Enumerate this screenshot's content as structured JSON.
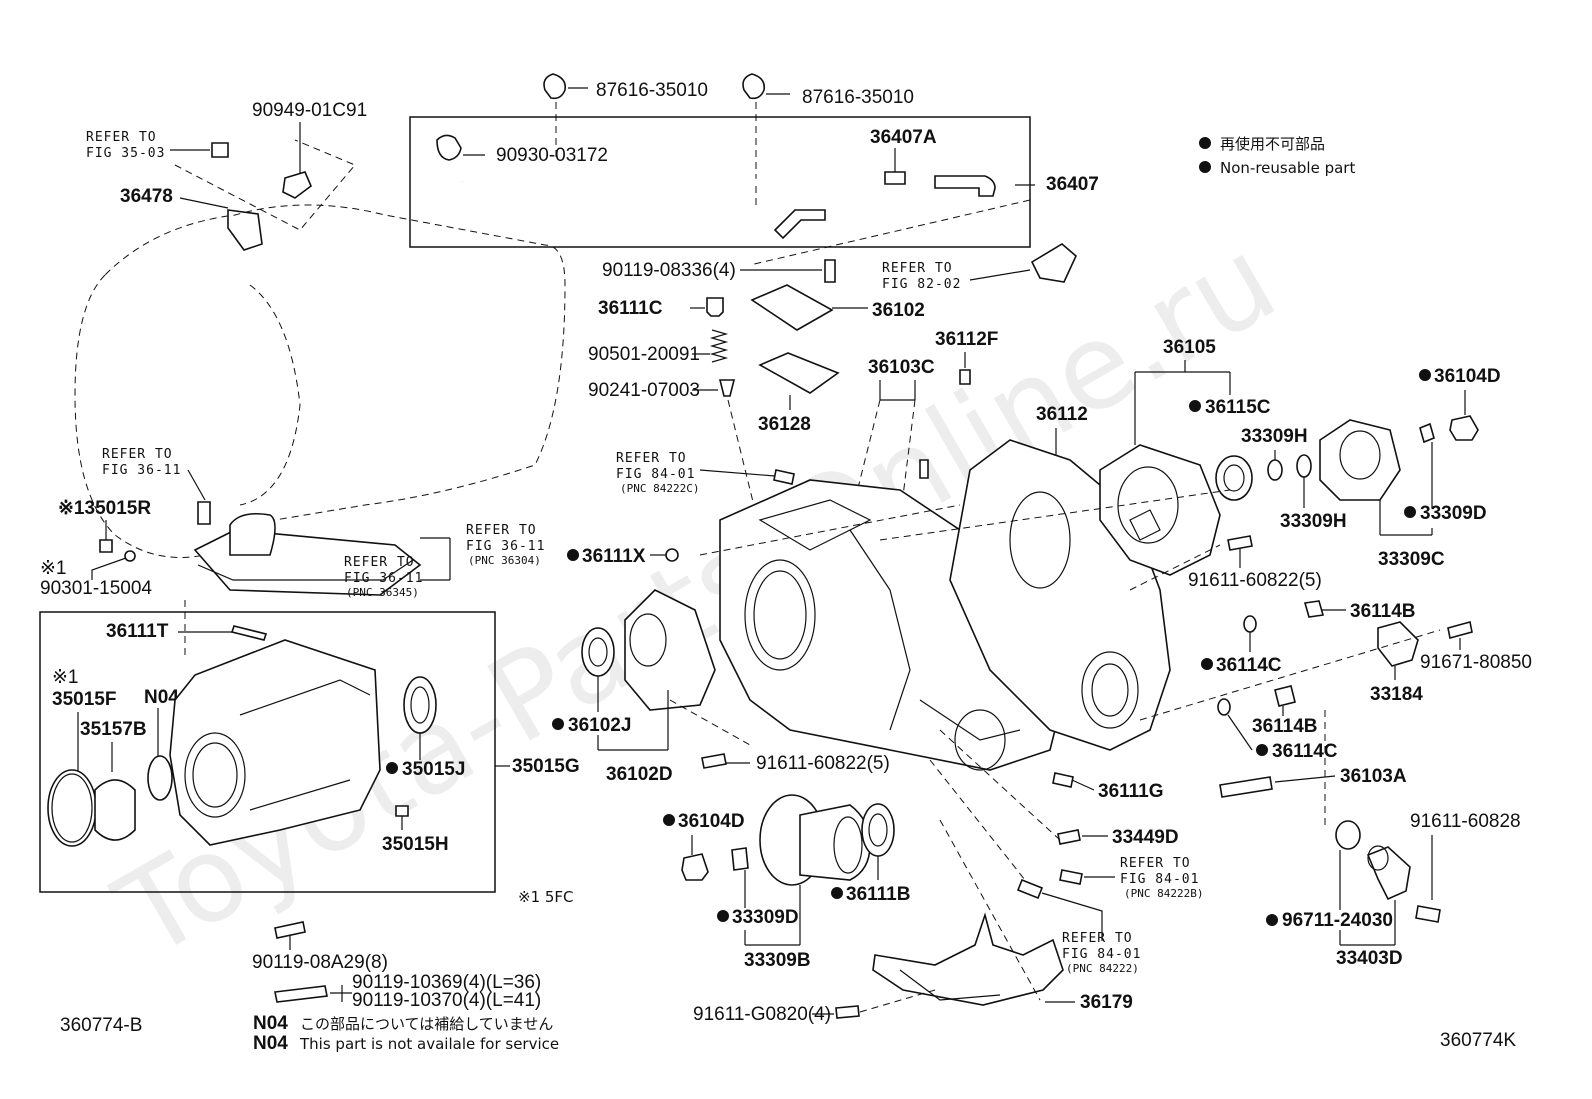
{
  "watermark": "Toyota-Parts-Online.ru",
  "legend": {
    "jp": "再使用不可部品",
    "en": "Non-reusable part"
  },
  "footer": {
    "left_code": "360774-B",
    "right_code": "360774K",
    "note_code": "N04",
    "note_jp": "この部品については補給していません",
    "note_en": "This part is not availale for service",
    "note_15fc": "※1 5FC"
  },
  "parts": {
    "p87616_a": "87616-35010",
    "p87616_b": "87616-35010",
    "p90949": "90949-01C91",
    "p90930": "90930-03172",
    "p36407A": "36407A",
    "p36407": "36407",
    "p36478": "36478",
    "p90119_08336": "90119-08336(4)",
    "p36111C": "36111C",
    "p36102": "36102",
    "p90501": "90501-20091",
    "p90241": "90241-07003",
    "p36128": "36128",
    "p36112F": "36112F",
    "p36103C": "36103C",
    "p36105": "36105",
    "p36104D_r": "36104D",
    "p36115C": "36115C",
    "p33309H_a": "33309H",
    "p33309H_b": "33309H",
    "p33309D_r": "33309D",
    "p33309C": "33309C",
    "p36112": "36112",
    "p91611_60822_5a": "91611-60822(5)",
    "p36114B_a": "36114B",
    "p36114C_a": "36114C",
    "p91671": "91671-80850",
    "p33184": "33184",
    "p36114B_b": "36114B",
    "p36114C_b": "36114C",
    "p36103A": "36103A",
    "p36111G": "36111G",
    "p91611_60828": "91611-60828",
    "p33449D": "33449D",
    "p96711": "96711-24030",
    "p33403D": "33403D",
    "p36111X": "36111X",
    "p36102J": "36102J",
    "p36102D": "36102D",
    "p91611_60822_5b": "91611-60822(5)",
    "p36104D_l": "36104D",
    "p36111B": "36111B",
    "p33309D_l": "33309D",
    "p33309B": "33309B",
    "p36179": "36179",
    "p91611_G0820": "91611-G0820(4)",
    "p35015R": "35015R",
    "p90301": "90301-15004",
    "p36111T": "36111T",
    "p35015F": "35015F",
    "p35157B": "35157B",
    "pN04": "N04",
    "p35015G": "35015G",
    "p35015J": "35015J",
    "p35015H": "35015H",
    "p90119_08A29": "90119-08A29(8)",
    "p90119_10369": "90119-10369(4)(L=36)",
    "p90119_10370": "90119-10370(4)(L=41)",
    "mark_x1_a": "※1",
    "mark_x1_b": "※1",
    "mark_x1_c": "※1"
  },
  "refers": {
    "r35_03": [
      "REFER TO",
      "FIG 35-03"
    ],
    "r82_02": [
      "REFER TO",
      "FIG 82-02"
    ],
    "r36_11_top": [
      "REFER TO",
      "FIG 36-11"
    ],
    "r84_01_c": [
      "REFER TO",
      "FIG 84-01",
      "(PNC 84222C)"
    ],
    "r36_11_a": [
      "REFER TO",
      "FIG 36-11",
      "(PNC 36304)"
    ],
    "r36_11_b": [
      "REFER TO",
      "FIG 36-11",
      "(PNC 36345)"
    ],
    "r84_01_b": [
      "REFER TO",
      "FIG 84-01",
      "(PNC 84222B)"
    ],
    "r84_01": [
      "REFER TO",
      "FIG 84-01",
      "(PNC 84222)"
    ]
  }
}
